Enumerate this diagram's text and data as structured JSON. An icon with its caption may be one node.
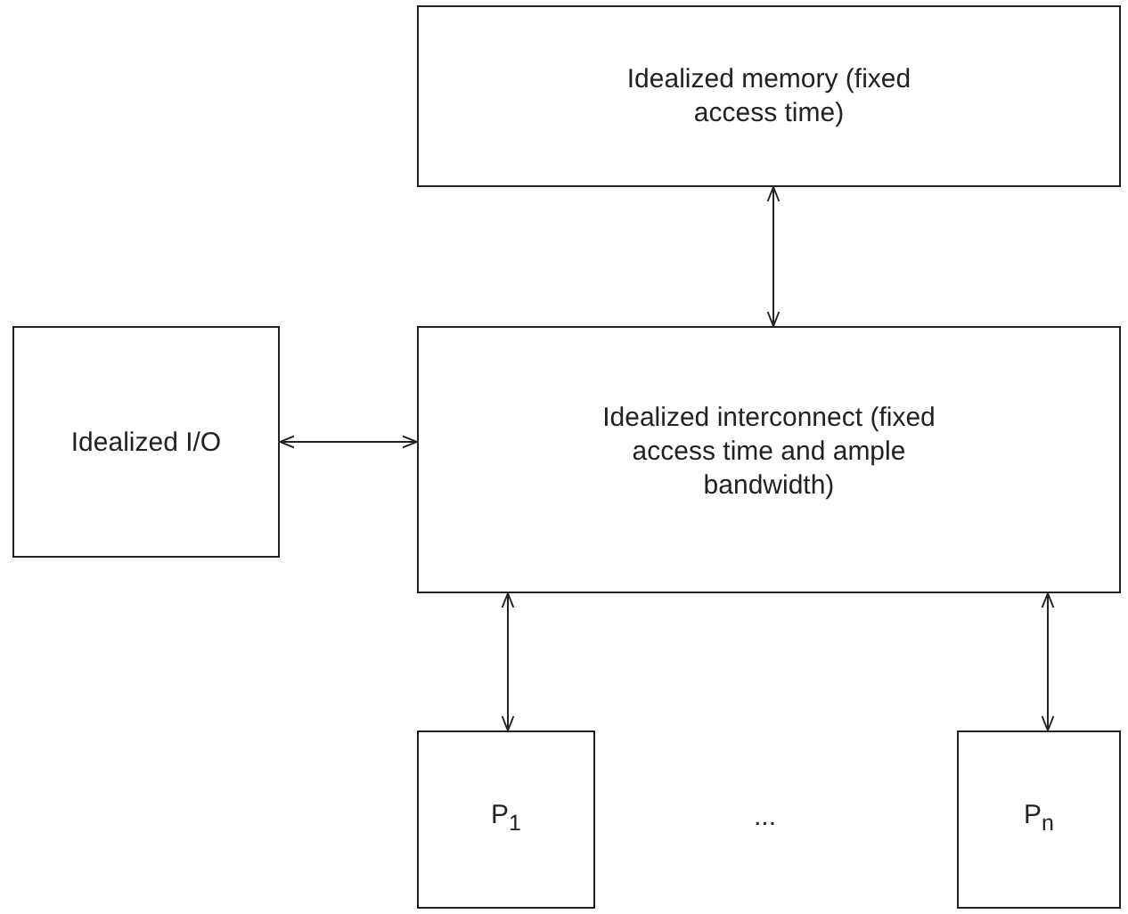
{
  "diagram": {
    "nodes": [
      {
        "text": [
          "Idealized memory (fixed access time)"
        ]
      },
      {
        "text": [
          "Idealized I/O"
        ]
      },
      {
        "text": [
          "Idealized interconnect (fixed access time and ample bandwidth)"
        ]
      },
      {
        "text": [
          "P$_{1}$"
        ]
      },
      {
        "text": [
          "P$_{n}$"
        ]
      }
    ],
    "edges": [
      {
        "from": 0,
        "to": 2,
        "arrow": "both"
      },
      {
        "from": 1,
        "to": 2,
        "arrow": "both"
      },
      {
        "from": 2,
        "to": 3,
        "arrow": "both"
      },
      {
        "from": 2,
        "to": 4,
        "arrow": "both"
      }
    ],
    "labels": [
      "..."
    ]
  }
}
